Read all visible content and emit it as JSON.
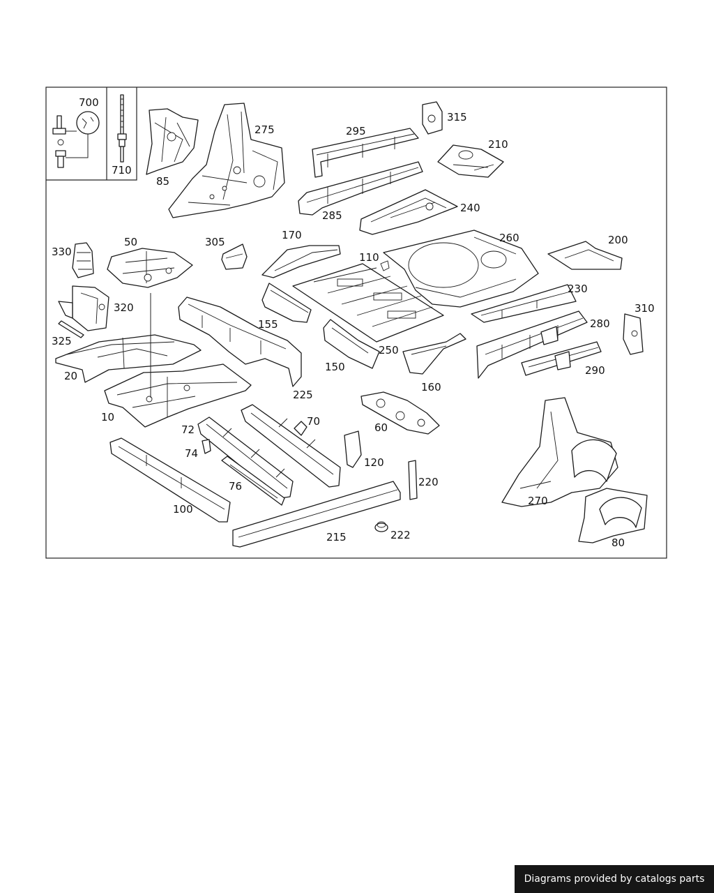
{
  "diagram": {
    "callouts": {
      "c700": "700",
      "c710": "710",
      "c85": "85",
      "c275": "275",
      "c295": "295",
      "c315": "315",
      "c210": "210",
      "c285": "285",
      "c240": "240",
      "c330": "330",
      "c50": "50",
      "c305": "305",
      "c170": "170",
      "c110": "110",
      "c260": "260",
      "c200": "200",
      "c320": "320",
      "c155": "155",
      "c230": "230",
      "c310": "310",
      "c325": "325",
      "c280": "280",
      "c20": "20",
      "c250": "250",
      "c150": "150",
      "c290": "290",
      "c160": "160",
      "c225": "225",
      "c10": "10",
      "c70": "70",
      "c60": "60",
      "c72": "72",
      "c74": "74",
      "c120": "120",
      "c220": "220",
      "c76": "76",
      "c270": "270",
      "c100": "100",
      "c215": "215",
      "c222": "222",
      "c80": "80"
    }
  },
  "footer": {
    "credit": "Diagrams provided by catalogs parts"
  },
  "colors": {
    "line": "#1a1a1a",
    "credit_background": "#161616",
    "credit_text": "#ffffff"
  }
}
